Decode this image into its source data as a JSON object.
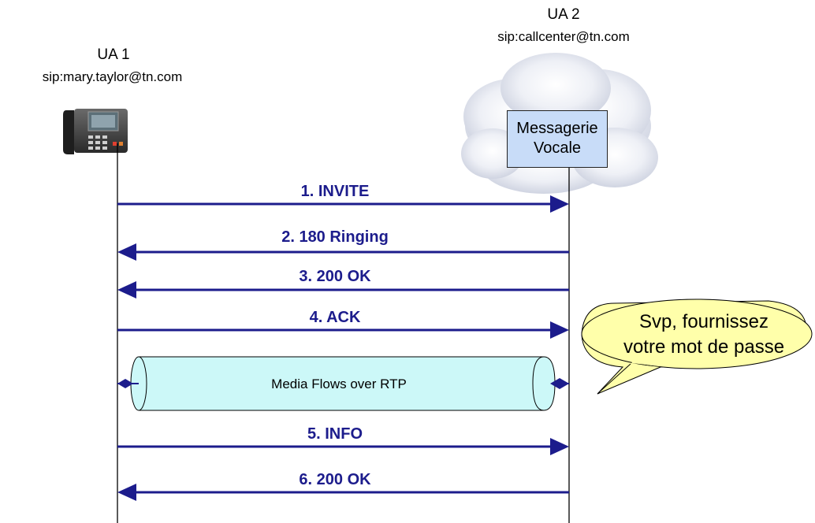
{
  "ua1": {
    "name": "UA 1",
    "uri": "sip:mary.taylor@tn.com"
  },
  "ua2": {
    "name": "UA 2",
    "uri": "sip:callcenter@tn.com"
  },
  "voicemail": {
    "line1": "Messagerie",
    "line2": "Vocale"
  },
  "messages": [
    {
      "label": "1. INVITE",
      "direction": "right"
    },
    {
      "label": "2. 180 Ringing",
      "direction": "left"
    },
    {
      "label": "3. 200 OK",
      "direction": "left"
    },
    {
      "label": "4. ACK",
      "direction": "right"
    },
    {
      "label": "5. INFO",
      "direction": "right"
    },
    {
      "label": "6. 200 OK",
      "direction": "left"
    }
  ],
  "media": {
    "label": "Media Flows over RTP"
  },
  "speech_bubble": {
    "line1": "Svp, fournissez",
    "line2": "votre mot de passe"
  },
  "colors": {
    "arrow": "#1c1c8c",
    "media_fill": "#ccf8f8",
    "box_fill": "#c8dcf8",
    "bubble_fill": "#ffffaa"
  }
}
